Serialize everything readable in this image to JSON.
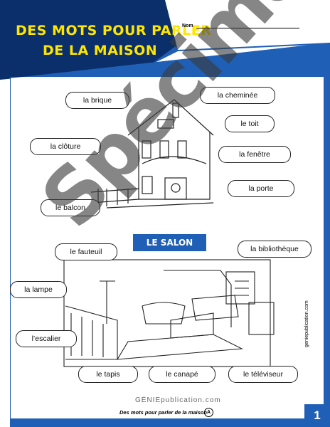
{
  "header": {
    "title_line1": "DES MOTS POUR PARLER",
    "title_line2": "DE LA MAISON",
    "name_label": "Nom"
  },
  "house_labels": {
    "brique": "la brique",
    "cheminee": "la cheminée",
    "toit": "le toit",
    "cloture": "la clôture",
    "fenetre": "la fenêtre",
    "porte": "la porte",
    "balcon": "le balcon"
  },
  "section_title": "LE SALON",
  "salon_labels": {
    "fauteuil": "le fauteuil",
    "bibliotheque": "la bibliothèque",
    "lampe": "la lampe",
    "escalier": "l’escalier",
    "tapis": "le tapis",
    "canape": "le canapé",
    "televiseur": "le téléviseur"
  },
  "side_url": "geniepublication.com",
  "brand": "GÉNIEpublication.com",
  "footer_text": "Des mots pour parler de la maison",
  "footer_badge": "A",
  "page_number": "1",
  "watermark": "Spécimen",
  "colors": {
    "brand_blue": "#1f5fb5",
    "dark_blue": "#0b2f6a",
    "title_yellow": "#ffe600"
  }
}
